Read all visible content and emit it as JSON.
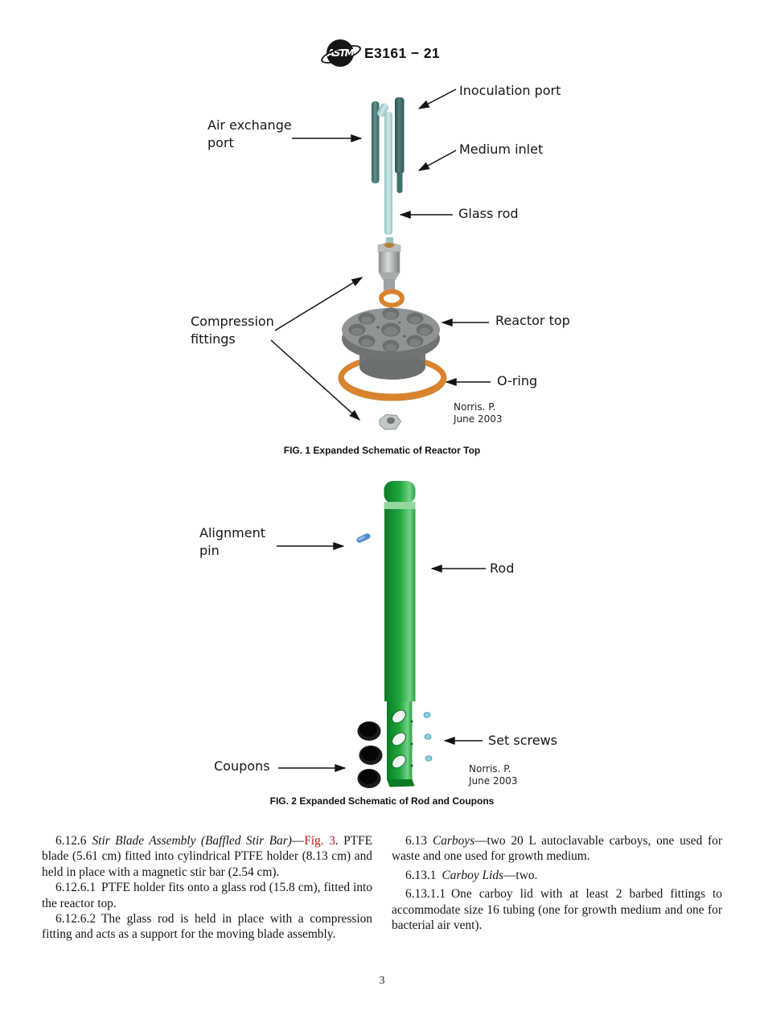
{
  "header": {
    "logo_text": "ASTM",
    "doc_number": "E3161 − 21"
  },
  "figure1": {
    "labels": {
      "inoculation_port": "Inoculation port",
      "air_exchange_port": "Air exchange\nport",
      "medium_inlet": "Medium inlet",
      "glass_rod": "Glass rod",
      "compression_fittings": "Compression\nfittings",
      "reactor_top": "Reactor top",
      "o_ring": "O-ring"
    },
    "credit": "Norris. P.\nJune 2003",
    "caption": "FIG. 1 Expanded Schematic of Reactor Top"
  },
  "figure2": {
    "labels": {
      "alignment_pin": "Alignment\npin",
      "rod": "Rod",
      "set_screws": "Set screws",
      "coupons": "Coupons"
    },
    "credit": "Norris. P.\nJune 2003",
    "caption": "FIG. 2 Expanded Schematic of Rod and Coupons"
  },
  "body_text": {
    "left": {
      "p1": {
        "num": "6.12.6",
        "title_italic": "Stir Blade Assembly (Baffled Stir Bar)",
        "dash": "—",
        "link": "Fig. 3",
        "rest": ". PTFE blade (5.61 cm) fitted into cylindrical PTFE holder (8.13 cm) and held in place with a magnetic stir bar (2.54 cm)."
      },
      "p2": {
        "num": "6.12.6.1",
        "rest": "PTFE holder fits onto a glass rod (15.8 cm), fitted into the reactor top."
      },
      "p3": {
        "num": "6.12.6.2",
        "rest": "The glass rod is held in place with a compression fitting and acts as a support for the moving blade assembly."
      }
    },
    "right": {
      "p1": {
        "num": "6.13",
        "title_italic": "Carboys",
        "rest": "—two 20 L autoclavable carboys, one used for waste and one used for growth medium."
      },
      "p2": {
        "num": "6.13.1",
        "title_italic": "Carboy Lids",
        "rest": "—two."
      },
      "p3": {
        "num": "6.13.1.1",
        "rest": "One carboy lid with at least 2 barbed fittings to accommodate size 16 tubing (one for growth medium and one for bacterial air vent)."
      }
    }
  },
  "footer": {
    "page_number": "3"
  },
  "colors": {
    "link_red": "#c41616",
    "rod_green": "#1ea03a",
    "oring_orange": "#d9832f",
    "tube_teal": "#48706e",
    "glass_teal": "#a9cfcf",
    "metal_gray": "#8d9191",
    "pin_blue": "#4f8cc9",
    "set_screw_blue": "#8ecfdb"
  }
}
